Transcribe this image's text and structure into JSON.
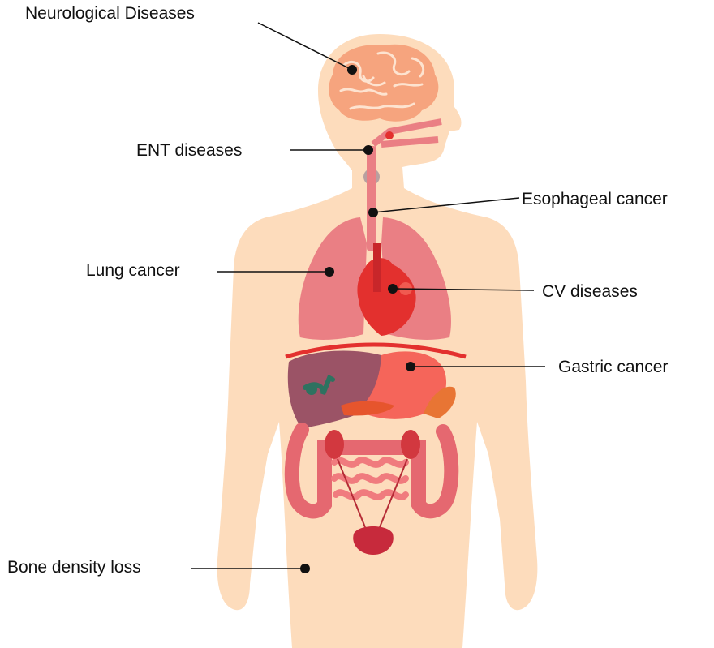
{
  "labels": {
    "neuro": "Neurological Diseases",
    "ent": "ENT diseases",
    "esophageal": "Esophageal cancer",
    "lung": "Lung cancer",
    "cv": "CV diseases",
    "gastric": "Gastric cancer",
    "bone": "Bone density loss"
  },
  "colors": {
    "skin": "#FDDCBC",
    "brain": "#F6A47E",
    "lung": "#EA7F84",
    "heart": "#E3302E",
    "liver": "#9B5366",
    "stomach": "#F5655A",
    "intestine": "#E56870",
    "leader": "#111111"
  }
}
